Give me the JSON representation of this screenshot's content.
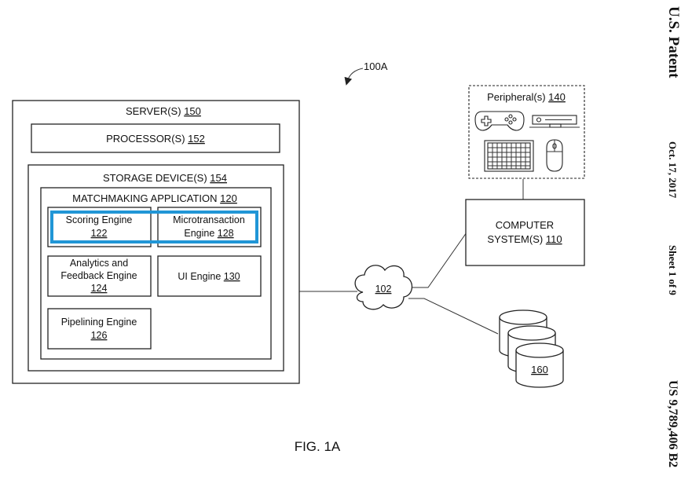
{
  "figure_ref": "100A",
  "figure_caption": "FIG. 1A",
  "side_header": {
    "title": "U.S. Patent",
    "date": "Oct. 17, 2017",
    "sheet": "Sheet 1 of 9",
    "number": "US 9,789,406 B2"
  },
  "server": {
    "label": "SERVER(S)",
    "ref": "150",
    "processor": {
      "label": "PROCESSOR(S)",
      "ref": "152"
    },
    "storage": {
      "label": "STORAGE DEVICE(S)",
      "ref": "154",
      "app": {
        "label": "MATCHMAKING APPLICATION",
        "ref": "120",
        "engines": {
          "scoring": {
            "line1": "Scoring Engine",
            "ref": "122"
          },
          "microtransaction": {
            "line1": "Microtransaction",
            "line2": "Engine",
            "ref": "128"
          },
          "analytics": {
            "line1": "Analytics and",
            "line2": "Feedback Engine",
            "ref": "124"
          },
          "ui": {
            "line1": "UI Engine",
            "ref": "130"
          },
          "pipelining": {
            "line1": "Pipelining Engine",
            "ref": "126"
          }
        }
      }
    }
  },
  "peripherals": {
    "label": "Peripheral(s)",
    "ref": "140"
  },
  "computer": {
    "line1": "COMPUTER",
    "line2": "SYSTEM(S)",
    "ref": "110"
  },
  "network": {
    "ref": "102"
  },
  "database": {
    "ref": "160"
  },
  "colors": {
    "highlight": "#2196d6",
    "ink": "#222222"
  }
}
